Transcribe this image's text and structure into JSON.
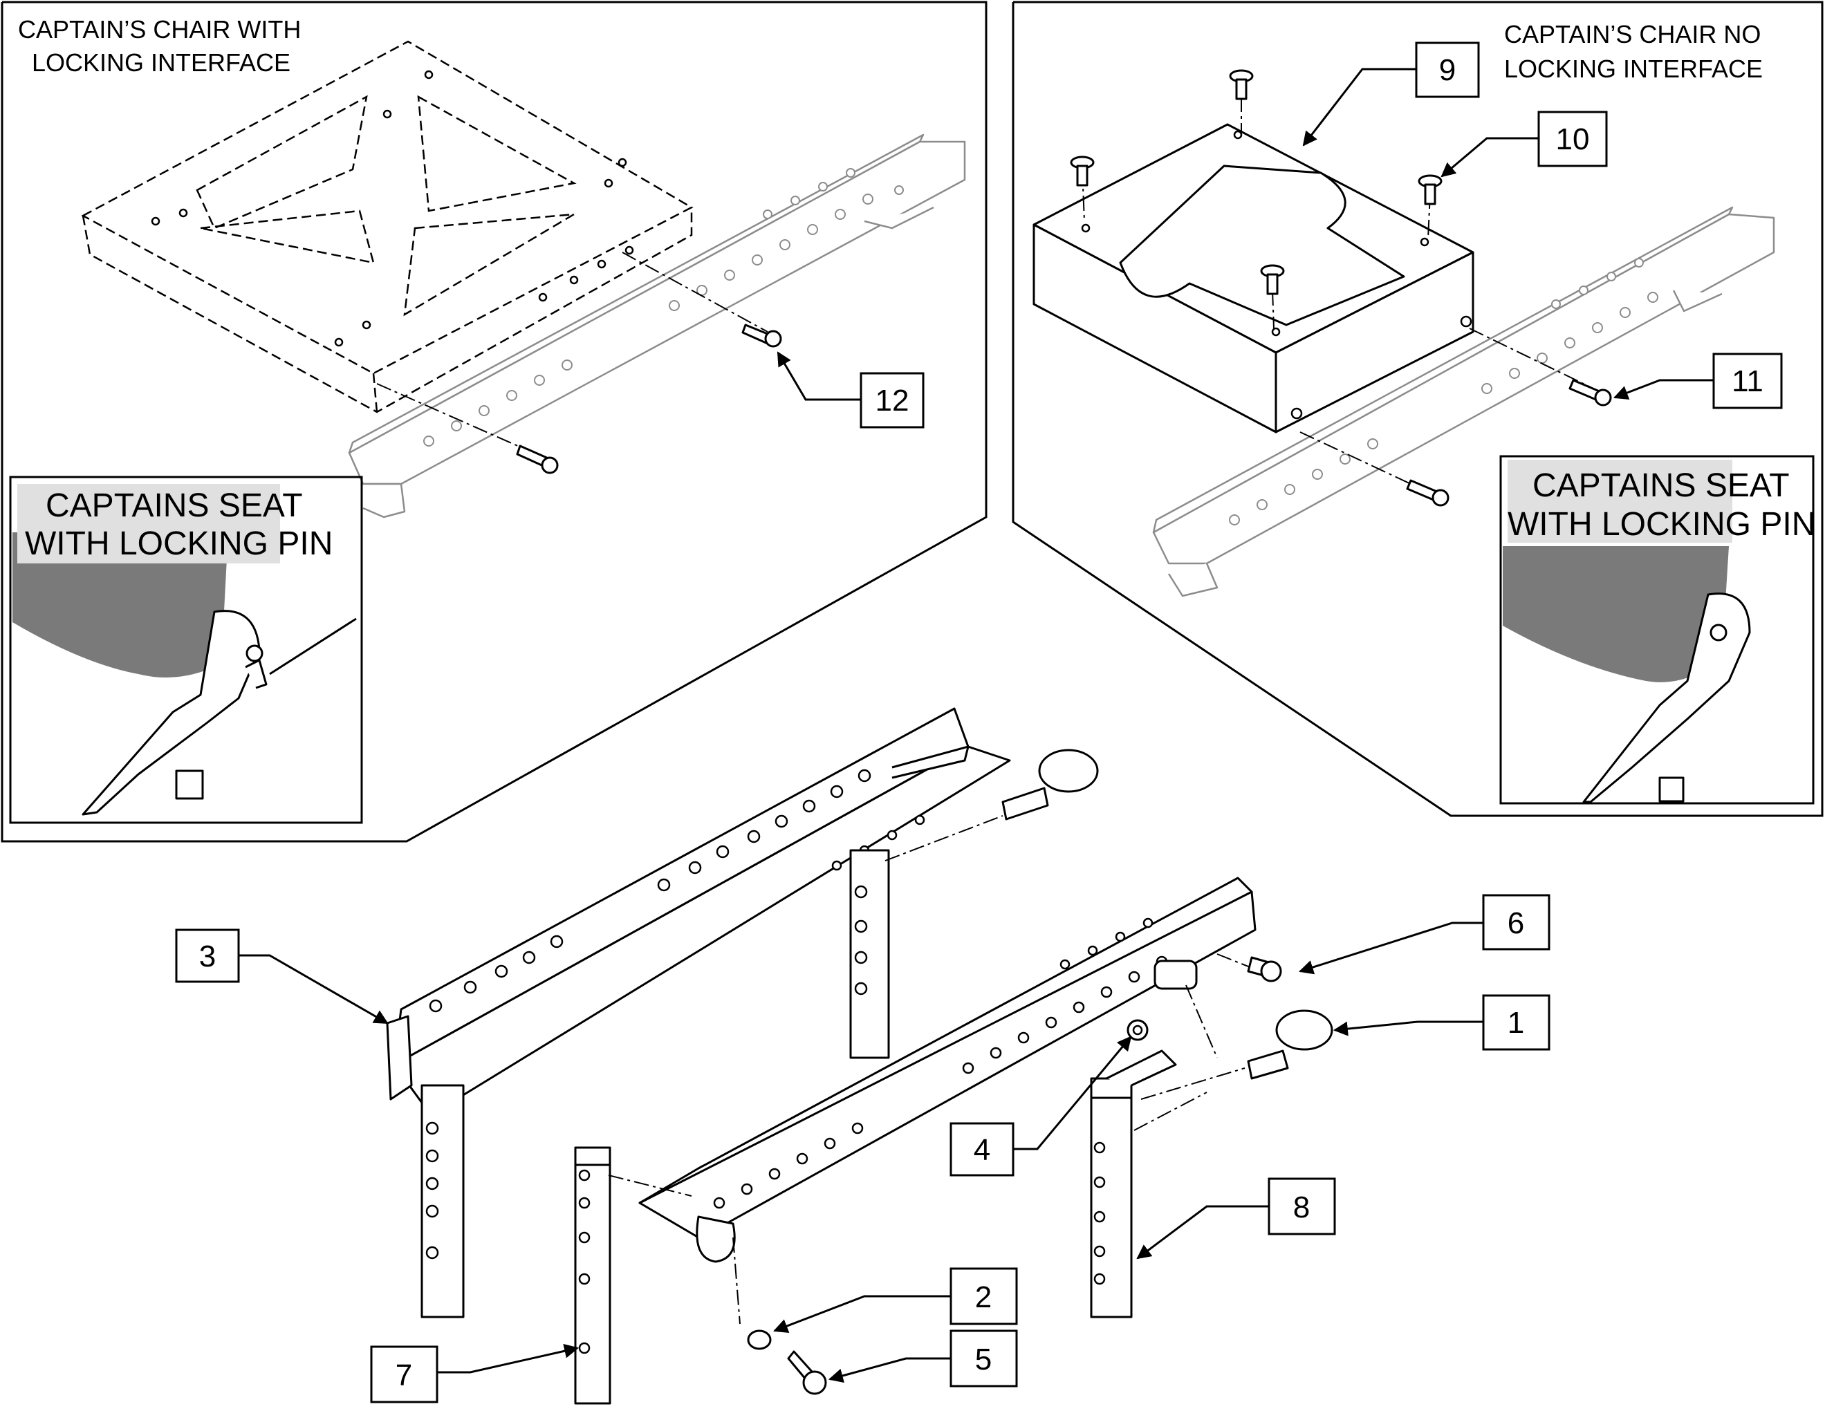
{
  "captions": {
    "top_left_line1": "CAPTAIN’S CHAIR WITH",
    "top_left_line2": "LOCKING INTERFACE",
    "top_right_line1": "CAPTAIN’S CHAIR  NO",
    "top_right_line2": "LOCKING INTERFACE"
  },
  "insets": {
    "left_line1": "CAPTAINS SEAT",
    "left_line2": "WITH LOCKING PIN",
    "right_line1": "CAPTAINS SEAT",
    "right_line2": "WITH LOCKING PIN"
  },
  "callouts": {
    "c1": "1",
    "c2": "2",
    "c3": "3",
    "c4": "4",
    "c5": "5",
    "c6": "6",
    "c7": "7",
    "c8": "8",
    "c9": "9",
    "c10": "10",
    "c11": "11",
    "c12": "12"
  }
}
